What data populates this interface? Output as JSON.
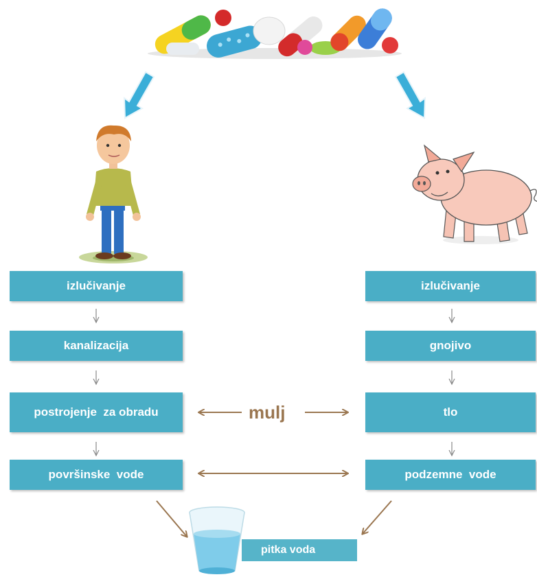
{
  "left_chain": [
    "izlučivanje",
    "kanalizacija",
    "postrojenje  za obradu",
    "površinske  vode"
  ],
  "right_chain": [
    "izlučivanje",
    "gnojivo",
    "tlo",
    "podzemne  vode"
  ],
  "center_label": "mulj",
  "sink_label": "pitka voda",
  "colors": {
    "box": "#4aaec6",
    "arrow_brown": "#9a7650",
    "arrow_blue": "#3aaed8"
  }
}
